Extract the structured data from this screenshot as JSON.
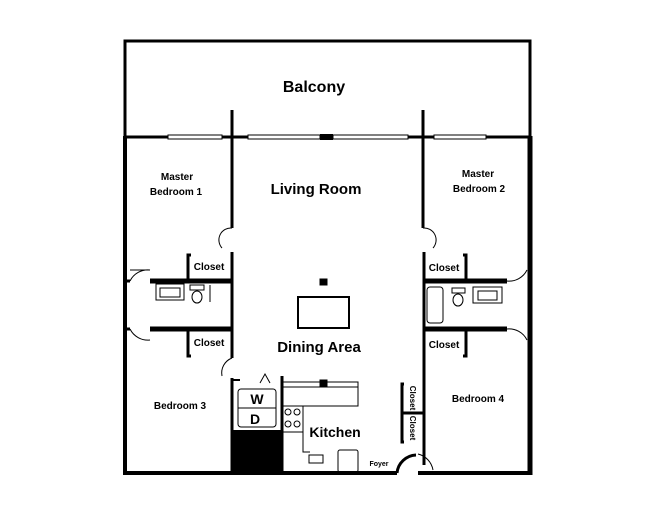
{
  "rooms": {
    "balcony": "Balcony",
    "living_room": "Living Room",
    "master_bedroom_1": [
      "Master",
      "Bedroom 1"
    ],
    "master_bedroom_2": [
      "Master",
      "Bedroom 2"
    ],
    "closet": "Closet",
    "dining_area": "Dining Area",
    "bedroom_3": "Bedroom 3",
    "bedroom_4": "Bedroom 4",
    "kitchen": "Kitchen",
    "foyer": "Foyer",
    "washer": "W",
    "dryer": "D"
  }
}
